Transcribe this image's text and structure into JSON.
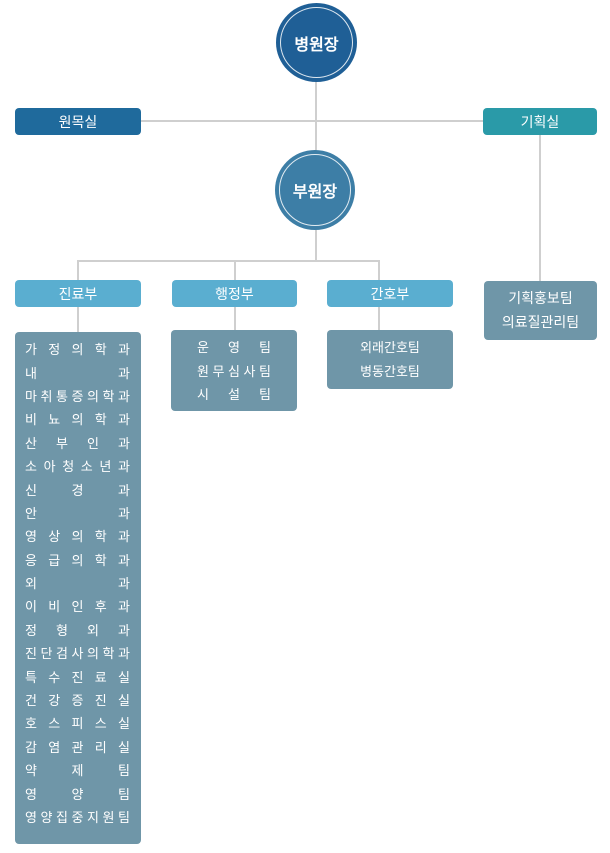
{
  "colors": {
    "director": "#1f5f96",
    "vice_director": "#3d7ea6",
    "ombudsman": "#1f6a9c",
    "planning": "#2a9aa8",
    "department": "#5aaed0",
    "list_box": "#6f96a8",
    "connector": "#cfcfcf"
  },
  "director": {
    "label": "병원장"
  },
  "vice_director": {
    "label": "부원장"
  },
  "ombudsman": {
    "label": "원목실"
  },
  "planning": {
    "label": "기획실",
    "teams": [
      "기획홍보팀",
      "의료질관리팀"
    ]
  },
  "departments": {
    "medical": {
      "label": "진료부",
      "units": [
        "가정의학과",
        "내과",
        "마취통증의학과",
        "비뇨의학과",
        "산부인과",
        "소아청소년과",
        "신경과",
        "안과",
        "영상의학과",
        "응급의학과",
        "외과",
        "이비인후과",
        "정형외과",
        "진단검사의학과",
        "특수진료실",
        "건강증진실",
        "호스피스실",
        "감염관리실",
        "약제팀",
        "영양팀",
        "영양집중지원팀"
      ]
    },
    "administration": {
      "label": "행정부",
      "units": [
        "운영팀",
        "원무심사팀",
        "시설팀"
      ]
    },
    "nursing": {
      "label": "간호부",
      "units": [
        "외래간호팀",
        "병동간호팀"
      ]
    }
  }
}
